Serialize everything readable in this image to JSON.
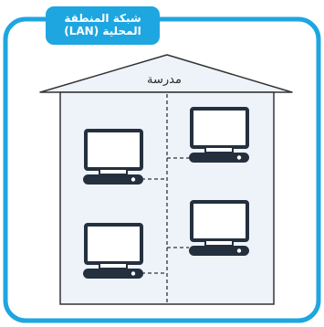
{
  "network": {
    "title_line1": "شبكة المنطقة",
    "title_line2": "المحلية (LAN)"
  },
  "building": {
    "label": "مدرسة"
  },
  "devices": [
    {
      "name": "computer-left-top",
      "icon": "desktop-computer-icon"
    },
    {
      "name": "computer-right-top",
      "icon": "desktop-computer-icon"
    },
    {
      "name": "computer-left-bottom",
      "icon": "desktop-computer-icon"
    },
    {
      "name": "computer-right-bottom",
      "icon": "desktop-computer-icon"
    }
  ],
  "colors": {
    "accent": "#1ea6e0",
    "stroke": "#333333",
    "house_fill": "#eef3fa",
    "device_dark": "#25303e"
  }
}
